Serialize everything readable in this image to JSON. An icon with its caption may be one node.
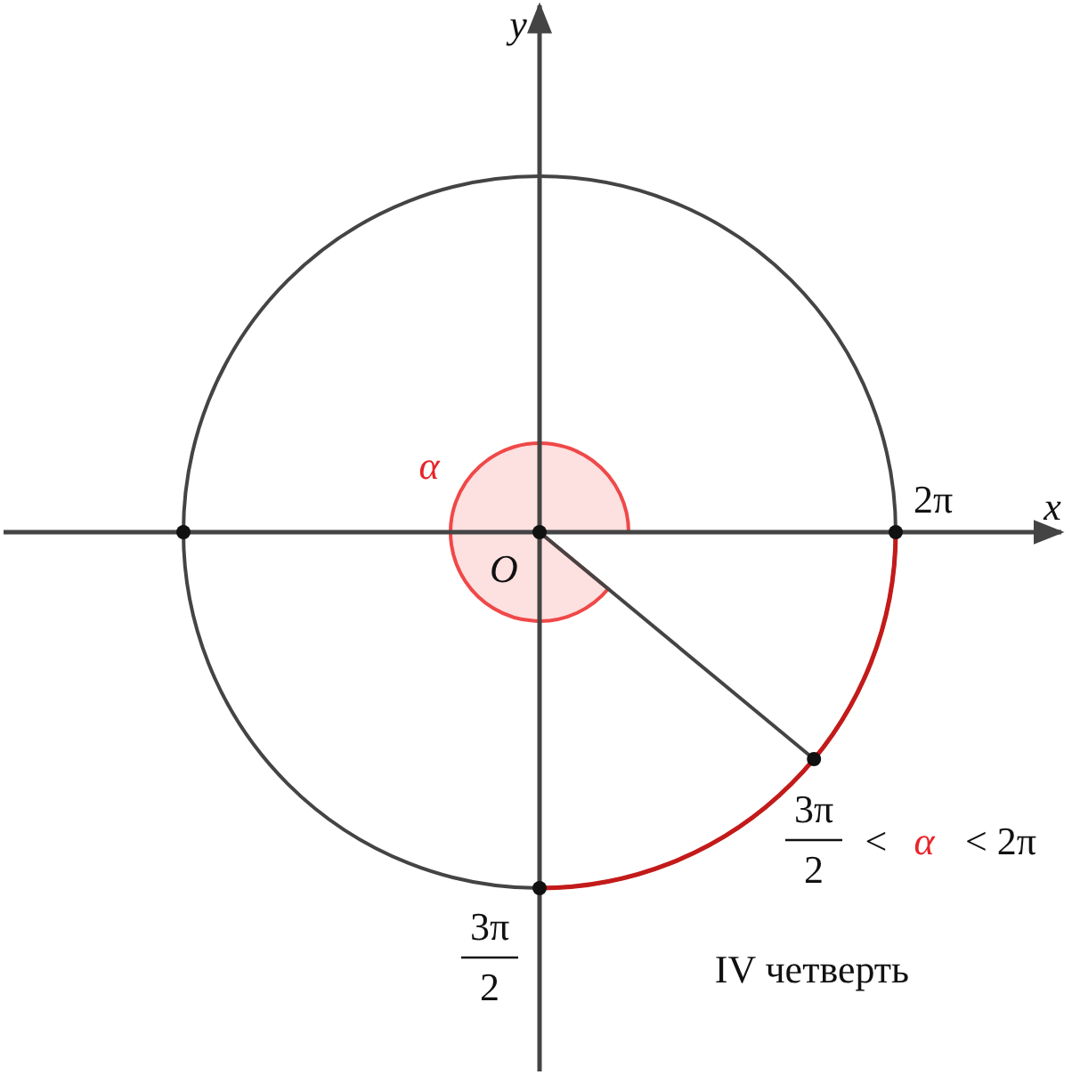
{
  "diagram": {
    "labels": [
      "y",
      "α",
      "2π",
      "x",
      "O",
      "3π",
      "2",
      "<",
      "α",
      "< 2π",
      "3π",
      "IV четверть",
      "2"
    ]
  }
}
